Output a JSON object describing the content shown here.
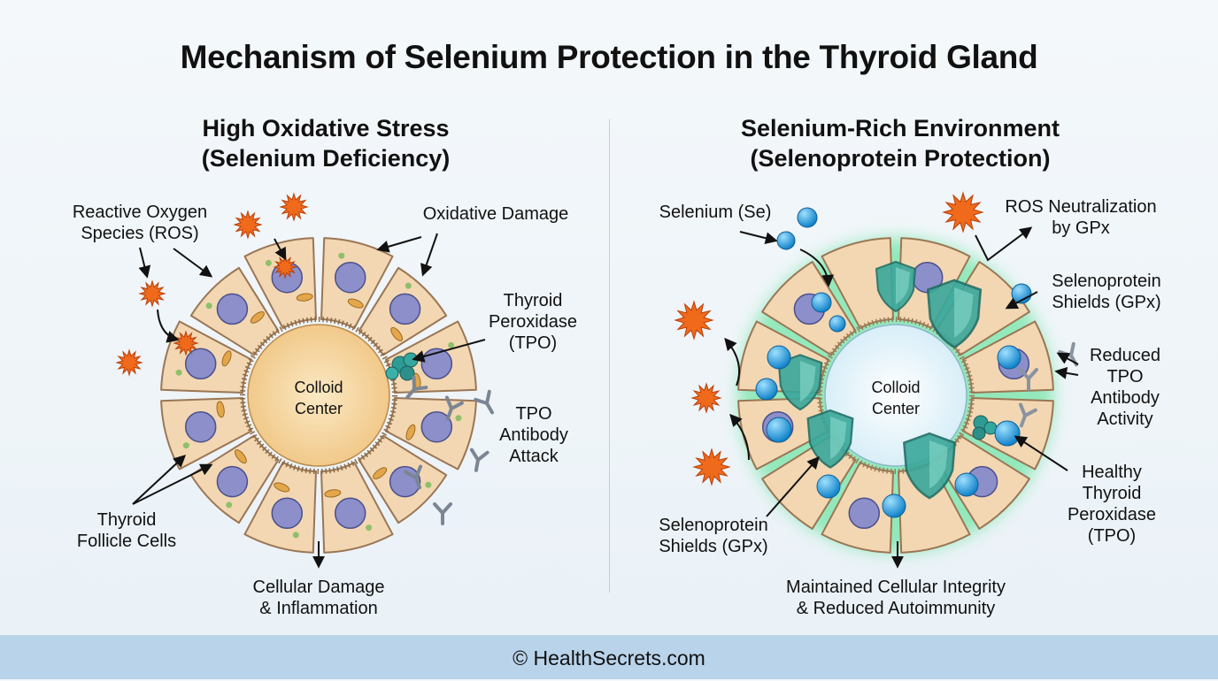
{
  "title": "Mechanism of Selenium Protection in the Thyroid Gland",
  "left_panel": {
    "title_line1": "High Oxidative Stress",
    "title_line2": "(Selenium Deficiency)",
    "labels": {
      "ros_line1": "Reactive Oxygen",
      "ros_line2": "Species (ROS)",
      "oxidative_damage": "Oxidative Damage",
      "tpo_line1": "Thyroid",
      "tpo_line2": "Peroxidase",
      "tpo_line3": "(TPO)",
      "antibody_line1": "TPO",
      "antibody_line2": "Antibody",
      "antibody_line3": "Attack",
      "follicle_line1": "Thyroid",
      "follicle_line2": "Follicle Cells",
      "damage_line1": "Cellular Damage",
      "damage_line2": "& Inflammation",
      "colloid_line1": "Colloid",
      "colloid_line2": "Center"
    }
  },
  "right_panel": {
    "title_line1": "Selenium-Rich Environment",
    "title_line2": "(Selenoprotein Protection)",
    "labels": {
      "selenium": "Selenium (Se)",
      "ros_neutral_line1": "ROS Neutralization",
      "ros_neutral_line2": "by GPx",
      "shields_top_line1": "Selenoprotein",
      "shields_top_line2": "Shields (GPx)",
      "reduced_line1": "Reduced",
      "reduced_line2": "TPO",
      "reduced_line3": "Antibody",
      "reduced_line4": "Activity",
      "healthy_line1": "Healthy",
      "healthy_line2": "Thyroid",
      "healthy_line3": "Peroxidase",
      "healthy_line4": "(TPO)",
      "shields_bottom_line1": "Selenoprotein",
      "shields_bottom_line2": "Shields (GPx)",
      "integrity_line1": "Maintained Cellular Integrity",
      "integrity_line2": "& Reduced Autoimmunity",
      "colloid_line1": "Colloid",
      "colloid_line2": "Center"
    }
  },
  "footer": "© HealthSecrets.com",
  "colors": {
    "cell_fill": "#f2d7b2",
    "cell_stroke": "#9a7654",
    "colloid": "#f6d9a0",
    "nucleus": "#8c8fc9",
    "ros": "#f06a1c",
    "selenium": "#1e9be0",
    "shield": "#3aa79b",
    "glow": "#49e08a",
    "footer_bg": "#b9d3ea"
  },
  "icons": [
    "ros-starburst-icon",
    "selenium-atom-icon",
    "shield-icon",
    "antibody-icon",
    "tpo-enzyme-icon"
  ]
}
